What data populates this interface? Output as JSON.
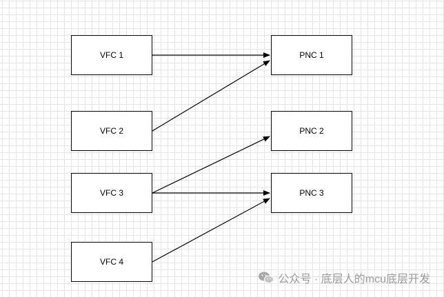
{
  "nodes": {
    "vfc1": "VFC 1",
    "vfc2": "VFC 2",
    "vfc3": "VFC 3",
    "vfc4": "VFC 4",
    "pnc1": "PNC 1",
    "pnc2": "PNC 2",
    "pnc3": "PNC 3"
  },
  "edges": [
    {
      "from": "vfc1",
      "to": "pnc1"
    },
    {
      "from": "vfc2",
      "to": "pnc1"
    },
    {
      "from": "vfc3",
      "to": "pnc2"
    },
    {
      "from": "vfc3",
      "to": "pnc3"
    },
    {
      "from": "vfc4",
      "to": "pnc3"
    }
  ],
  "watermark": {
    "text": "公众号 · 底层人的mcu底层开发",
    "icon": "wechat-icon"
  },
  "colors": {
    "stroke": "#000000",
    "grid": "#e4e4e4",
    "watermark": "#9a9a9a"
  }
}
